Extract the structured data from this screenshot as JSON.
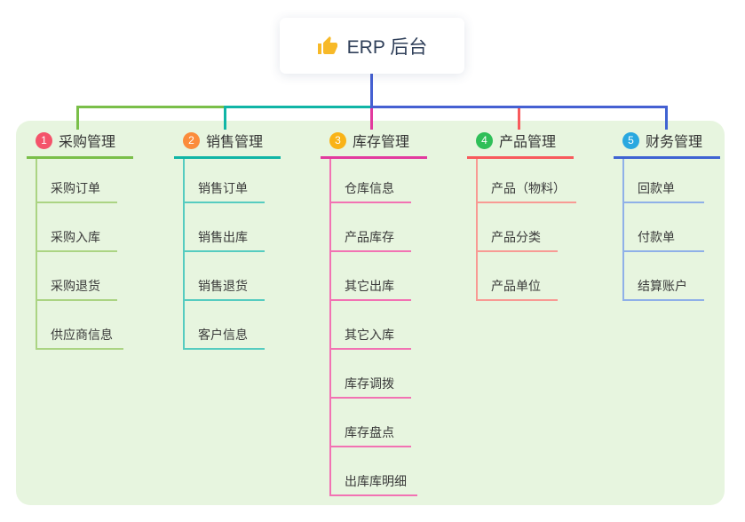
{
  "root": {
    "label": "ERP 后台",
    "icon": "thumbs-up-icon",
    "icon_color": "#f7b928",
    "connector_color": "#4560d2"
  },
  "panel": {
    "background": "#e7f5df"
  },
  "branches": [
    {
      "badge": "1",
      "title": "采购管理",
      "colors": {
        "badge": "#f4536a",
        "line": "#7abf49",
        "light": "#abd483"
      },
      "children": [
        "采购订单",
        "采购入库",
        "采购退货",
        "供应商信息"
      ]
    },
    {
      "badge": "2",
      "title": "销售管理",
      "colors": {
        "badge": "#fb8c3c",
        "line": "#10b5a6",
        "light": "#56ccc0"
      },
      "children": [
        "销售订单",
        "销售出库",
        "销售退货",
        "客户信息"
      ]
    },
    {
      "badge": "3",
      "title": "库存管理",
      "colors": {
        "badge": "#f9b317",
        "line": "#e23a9e",
        "light": "#f272b3"
      },
      "children": [
        "仓库信息",
        "产品库存",
        "其它出库",
        "其它入库",
        "库存调拨",
        "库存盘点",
        "出库库明细"
      ]
    },
    {
      "badge": "4",
      "title": "产品管理",
      "colors": {
        "badge": "#2fbf58",
        "line": "#f85a5c",
        "light": "#f89a94"
      },
      "children": [
        "产品（物料）",
        "产品分类",
        "产品单位"
      ]
    },
    {
      "badge": "5",
      "title": "财务管理",
      "colors": {
        "badge": "#29a8e0",
        "line": "#3f63d2",
        "light": "#8fb0e8"
      },
      "children": [
        "回款单",
        "付款单",
        "结算账户"
      ]
    }
  ]
}
